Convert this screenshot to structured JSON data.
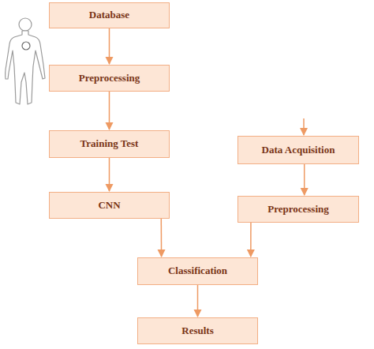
{
  "diagram": {
    "nodes": [
      {
        "text": [
          "Database"
        ]
      },
      {
        "text": [
          "Preprocessing"
        ]
      },
      {
        "text": [
          "Training Test"
        ]
      },
      {
        "text": [
          "CNN"
        ]
      },
      {
        "text": [
          "Data Acquisition"
        ]
      },
      {
        "text": [
          "Preprocessing"
        ]
      },
      {
        "text": [
          "Classification"
        ]
      },
      {
        "text": [
          "Results"
        ]
      }
    ],
    "edges": [
      {
        "from": 0,
        "to": 1,
        "arrow": "to"
      },
      {
        "from": 1,
        "to": 2,
        "arrow": "to"
      },
      {
        "from": 2,
        "to": 3,
        "arrow": "to"
      },
      {
        "from": 3,
        "to": 6,
        "arrow": "to"
      },
      {
        "from": 4,
        "to": 5,
        "arrow": "to"
      },
      {
        "from": 5,
        "to": 6,
        "arrow": "to"
      },
      {
        "from": 6,
        "to": 7,
        "arrow": "to"
      }
    ]
  }
}
